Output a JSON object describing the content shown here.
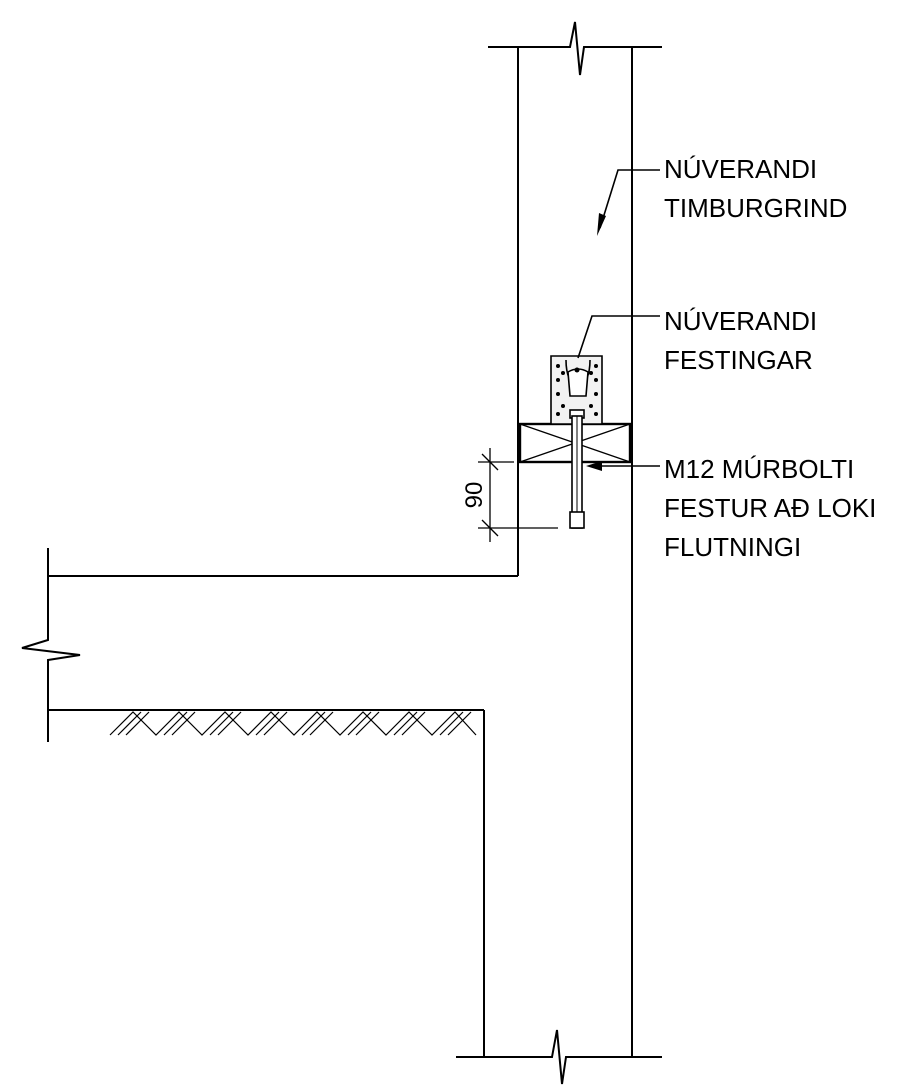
{
  "labels": {
    "timber_frame": [
      "NÚVERANDI",
      "TIMBURGRIND"
    ],
    "fixings": [
      "NÚVERANDI",
      "FESTINGAR"
    ],
    "bolt": [
      "M12 MÚRBOLTI",
      "FESTUR AÐ LOKI",
      "FLUTNINGI"
    ]
  },
  "dimension": {
    "value": "90"
  },
  "colors": {
    "line": "#000000",
    "background": "#ffffff",
    "bracket_fill": "#f2f2f2"
  }
}
